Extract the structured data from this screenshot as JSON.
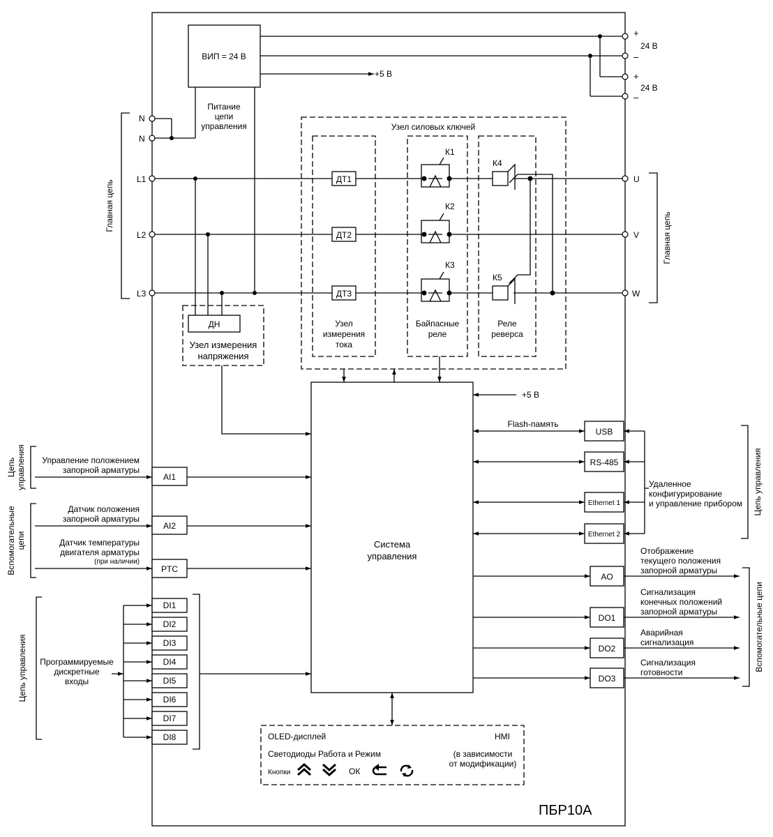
{
  "device_name": "ПБР10А",
  "psu": {
    "label": "ВИП = 24 В",
    "out_5v": "+5 В",
    "caption_lines": [
      "Питание",
      "цепи",
      "управления"
    ]
  },
  "power_terminals": [
    {
      "sign": "+",
      "label": "24 В"
    },
    {
      "sign": "–"
    },
    {
      "sign": "+",
      "label": "24 В"
    },
    {
      "sign": "–"
    }
  ],
  "input_terminals": [
    "N",
    "N",
    "L1",
    "L2",
    "L3"
  ],
  "output_terminals": [
    "U",
    "V",
    "W"
  ],
  "main_circuit_label": "Главная цепь",
  "power_switch_unit": "Узел силовых ключей",
  "current_sensors": [
    "ДТ1",
    "ДТ2",
    "ДТ3"
  ],
  "current_unit_lines": [
    "Узел",
    "измерения",
    "тока"
  ],
  "bypass_relays": [
    "К1",
    "К2",
    "К3"
  ],
  "bypass_caption_lines": [
    "Байпасные",
    "реле"
  ],
  "reverse_relays": [
    "К4",
    "К5"
  ],
  "reverse_caption_lines": [
    "Реле",
    "реверса"
  ],
  "voltage_sensor": "ДН",
  "voltage_unit_lines": [
    "Узел измерения",
    "напряжения"
  ],
  "control_system_lines": [
    "Система",
    "управления"
  ],
  "control_5v": "+5 В",
  "left_groups": {
    "control_top_lines": [
      "Цепь",
      "управления"
    ],
    "aux_lines": [
      "Вспомогательные",
      "цепи"
    ],
    "control_bottom": "Цепь управления"
  },
  "ai1": {
    "label": "AI1",
    "desc_lines": [
      "Управление положением",
      "запорной арматуры"
    ]
  },
  "ai2": {
    "label": "AI2",
    "desc_lines": [
      "Датчик положения",
      "запорной арматуры"
    ]
  },
  "ptc": {
    "label": "PTC",
    "desc_lines": [
      "Датчик температуры",
      "двигателя арматуры"
    ],
    "note": "(при наличии)"
  },
  "digital_inputs": [
    "DI1",
    "DI2",
    "DI3",
    "DI4",
    "DI5",
    "DI6",
    "DI7",
    "DI8"
  ],
  "di_desc_lines": [
    "Программируемые",
    "дискретные",
    "входы"
  ],
  "comm": {
    "flash": "Flash-память",
    "ports": [
      "USB",
      "RS-485",
      "Ethernet 1",
      "Ethernet 2"
    ],
    "remote_lines": [
      "Удаленное",
      "конфигурирование",
      "и управление прибором"
    ],
    "group_label": "Цепь управления"
  },
  "outputs": [
    {
      "label": "AO",
      "desc_lines": [
        "Отображение",
        "текущего положения",
        "запорной арматуры"
      ]
    },
    {
      "label": "DO1",
      "desc_lines": [
        "Сигнализация",
        "конечных положений",
        "запорной арматуры"
      ]
    },
    {
      "label": "DO2",
      "desc_lines": [
        "Аварийная",
        "сигнализация"
      ]
    },
    {
      "label": "DO3",
      "desc_lines": [
        "Сигнализация",
        "готовности"
      ]
    }
  ],
  "outputs_group_label": "Вспомогательные цепи",
  "hmi": {
    "line1": "OLED-дисплей",
    "line2": "Светодиоды Работа и Режим",
    "buttons_label": "Кнопки",
    "ok": "ОК",
    "title": "HMI",
    "note_lines": [
      "(в зависимости",
      "от модификации)"
    ],
    "button_icons": [
      "double-chevron-up-icon",
      "double-chevron-down-icon",
      "ok-button",
      "back-arrow-icon",
      "refresh-icon"
    ]
  }
}
